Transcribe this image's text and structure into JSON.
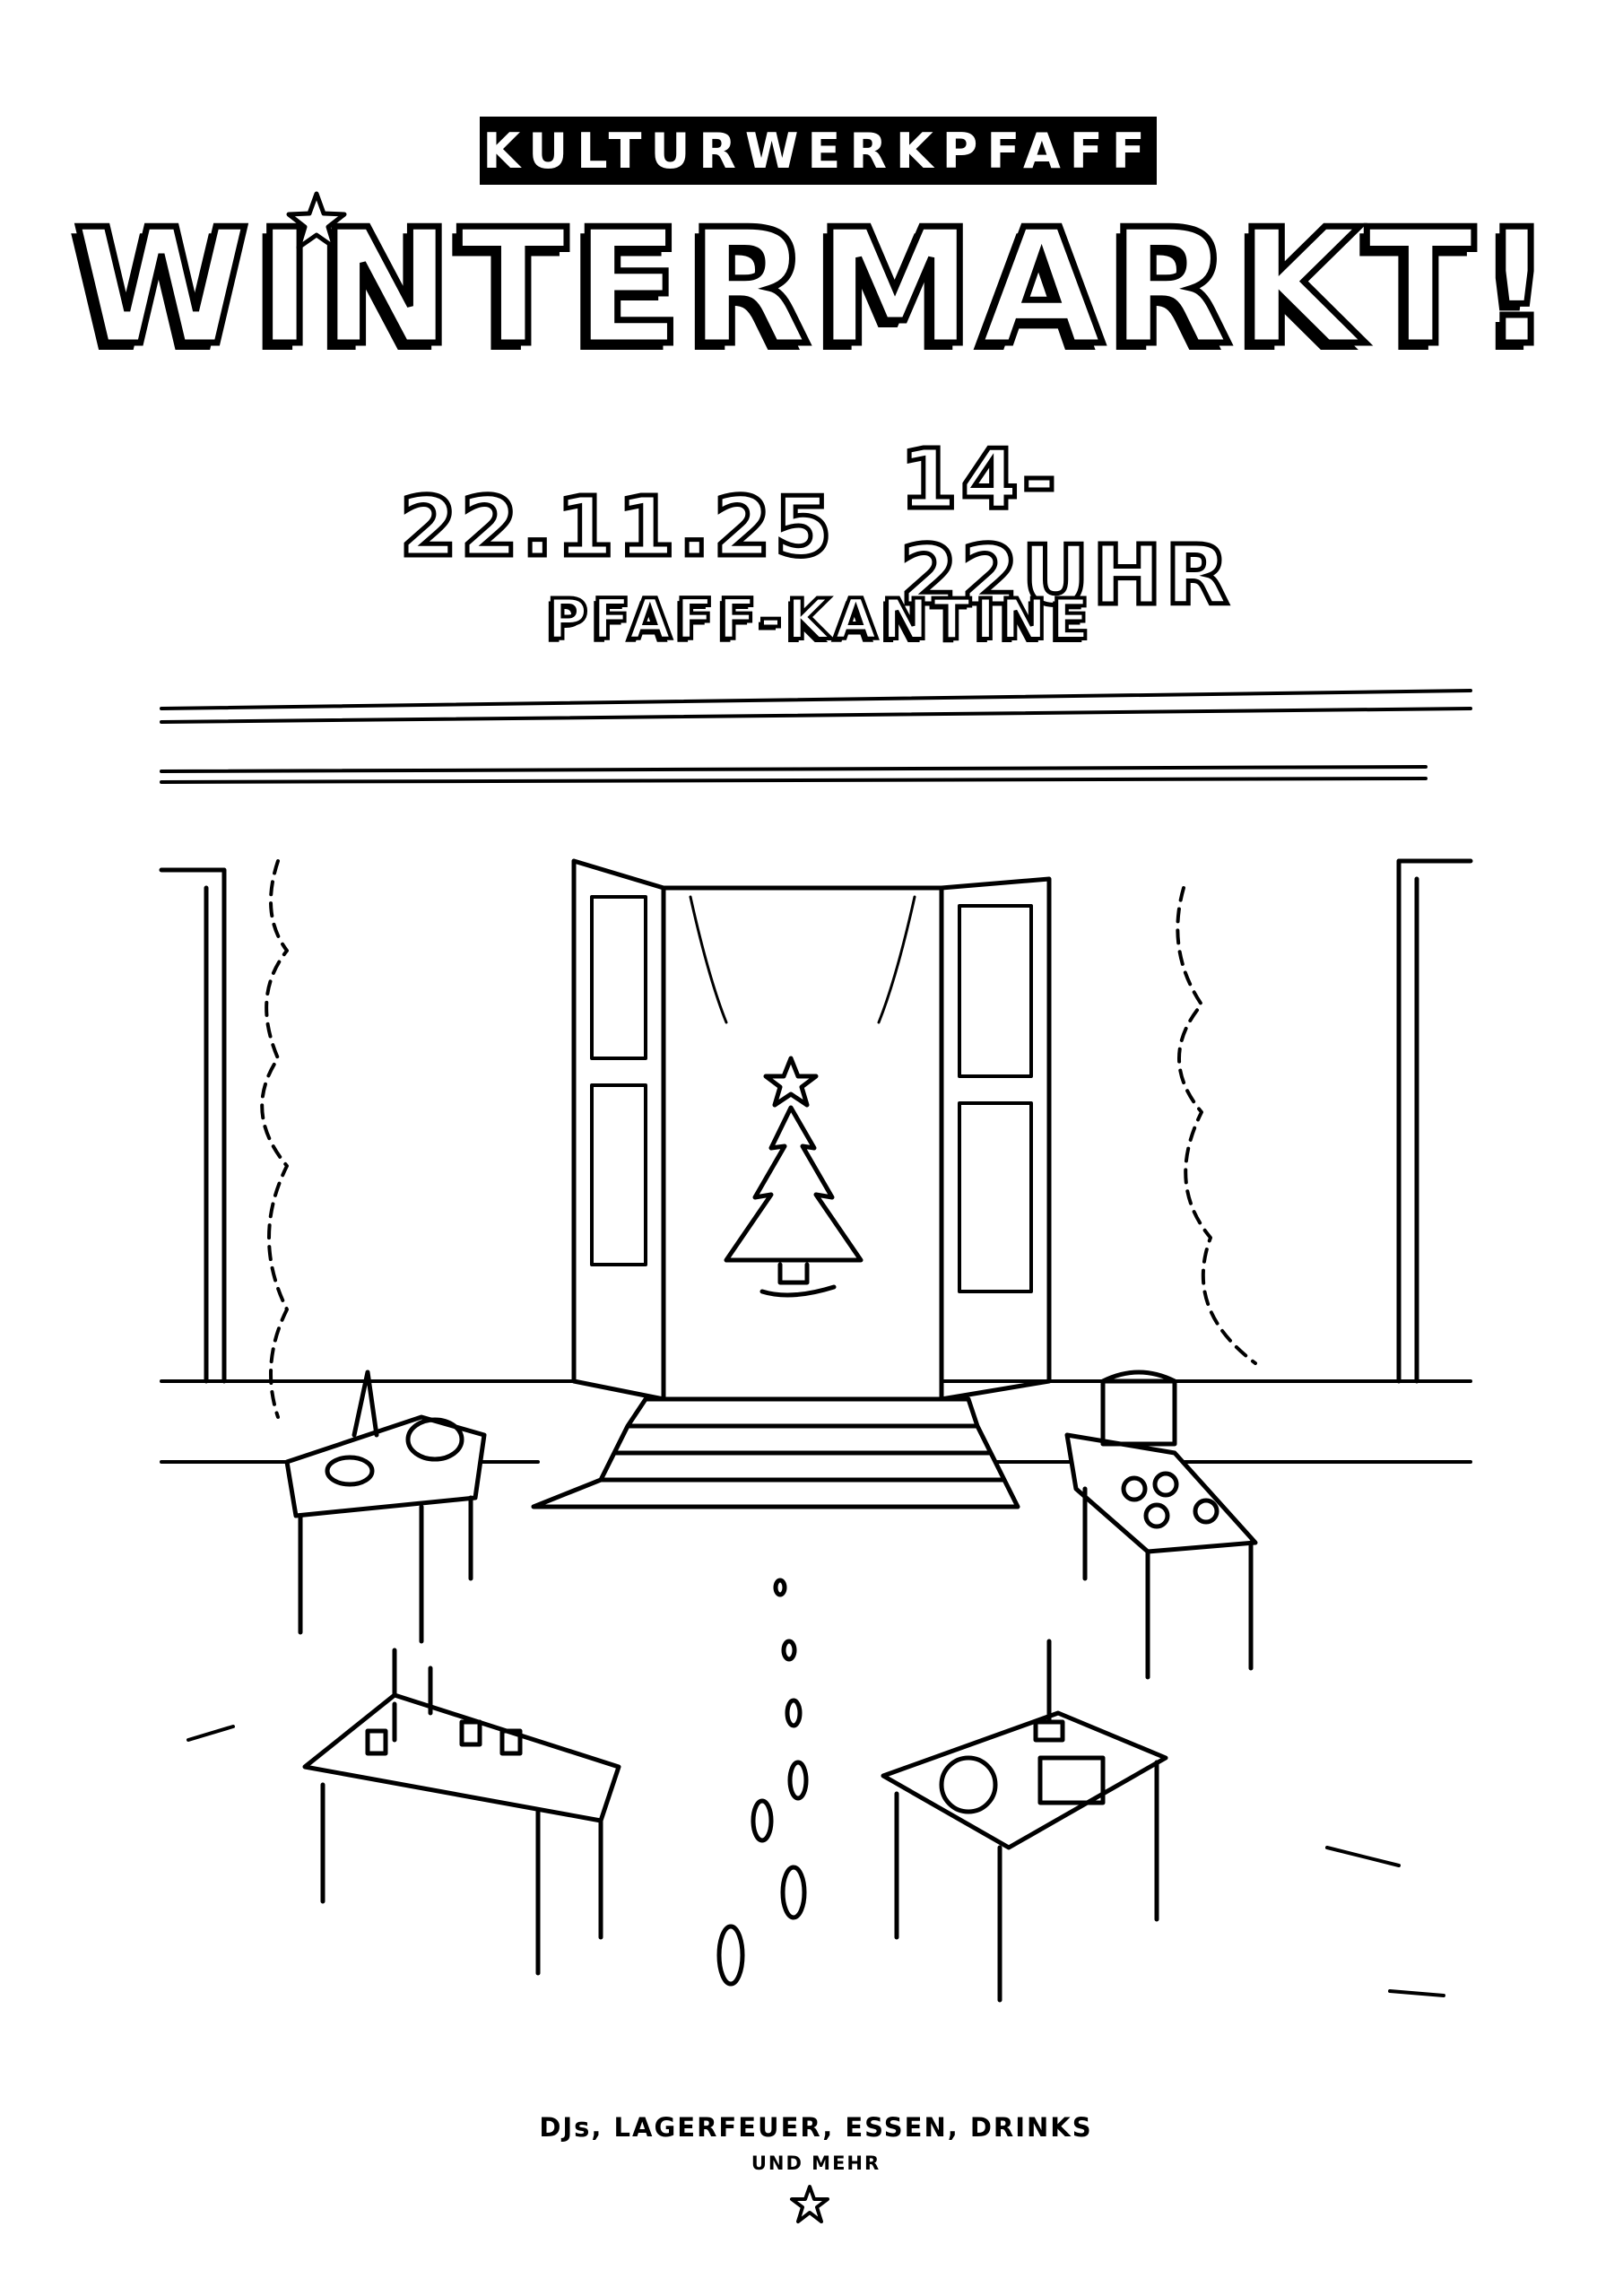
{
  "poster": {
    "organizer": "KULTURWERKPFAFF",
    "title": "WINTERMARKT!",
    "date": "22.11.25",
    "time": "14-22UHR",
    "venue": "PFAFF-KANTINE",
    "features": "DJs, LAGERFEUER, ESSEN, DRINKS",
    "features_more": "UND MEHR"
  },
  "colors": {
    "ink": "#000000",
    "paper": "#ffffff"
  }
}
